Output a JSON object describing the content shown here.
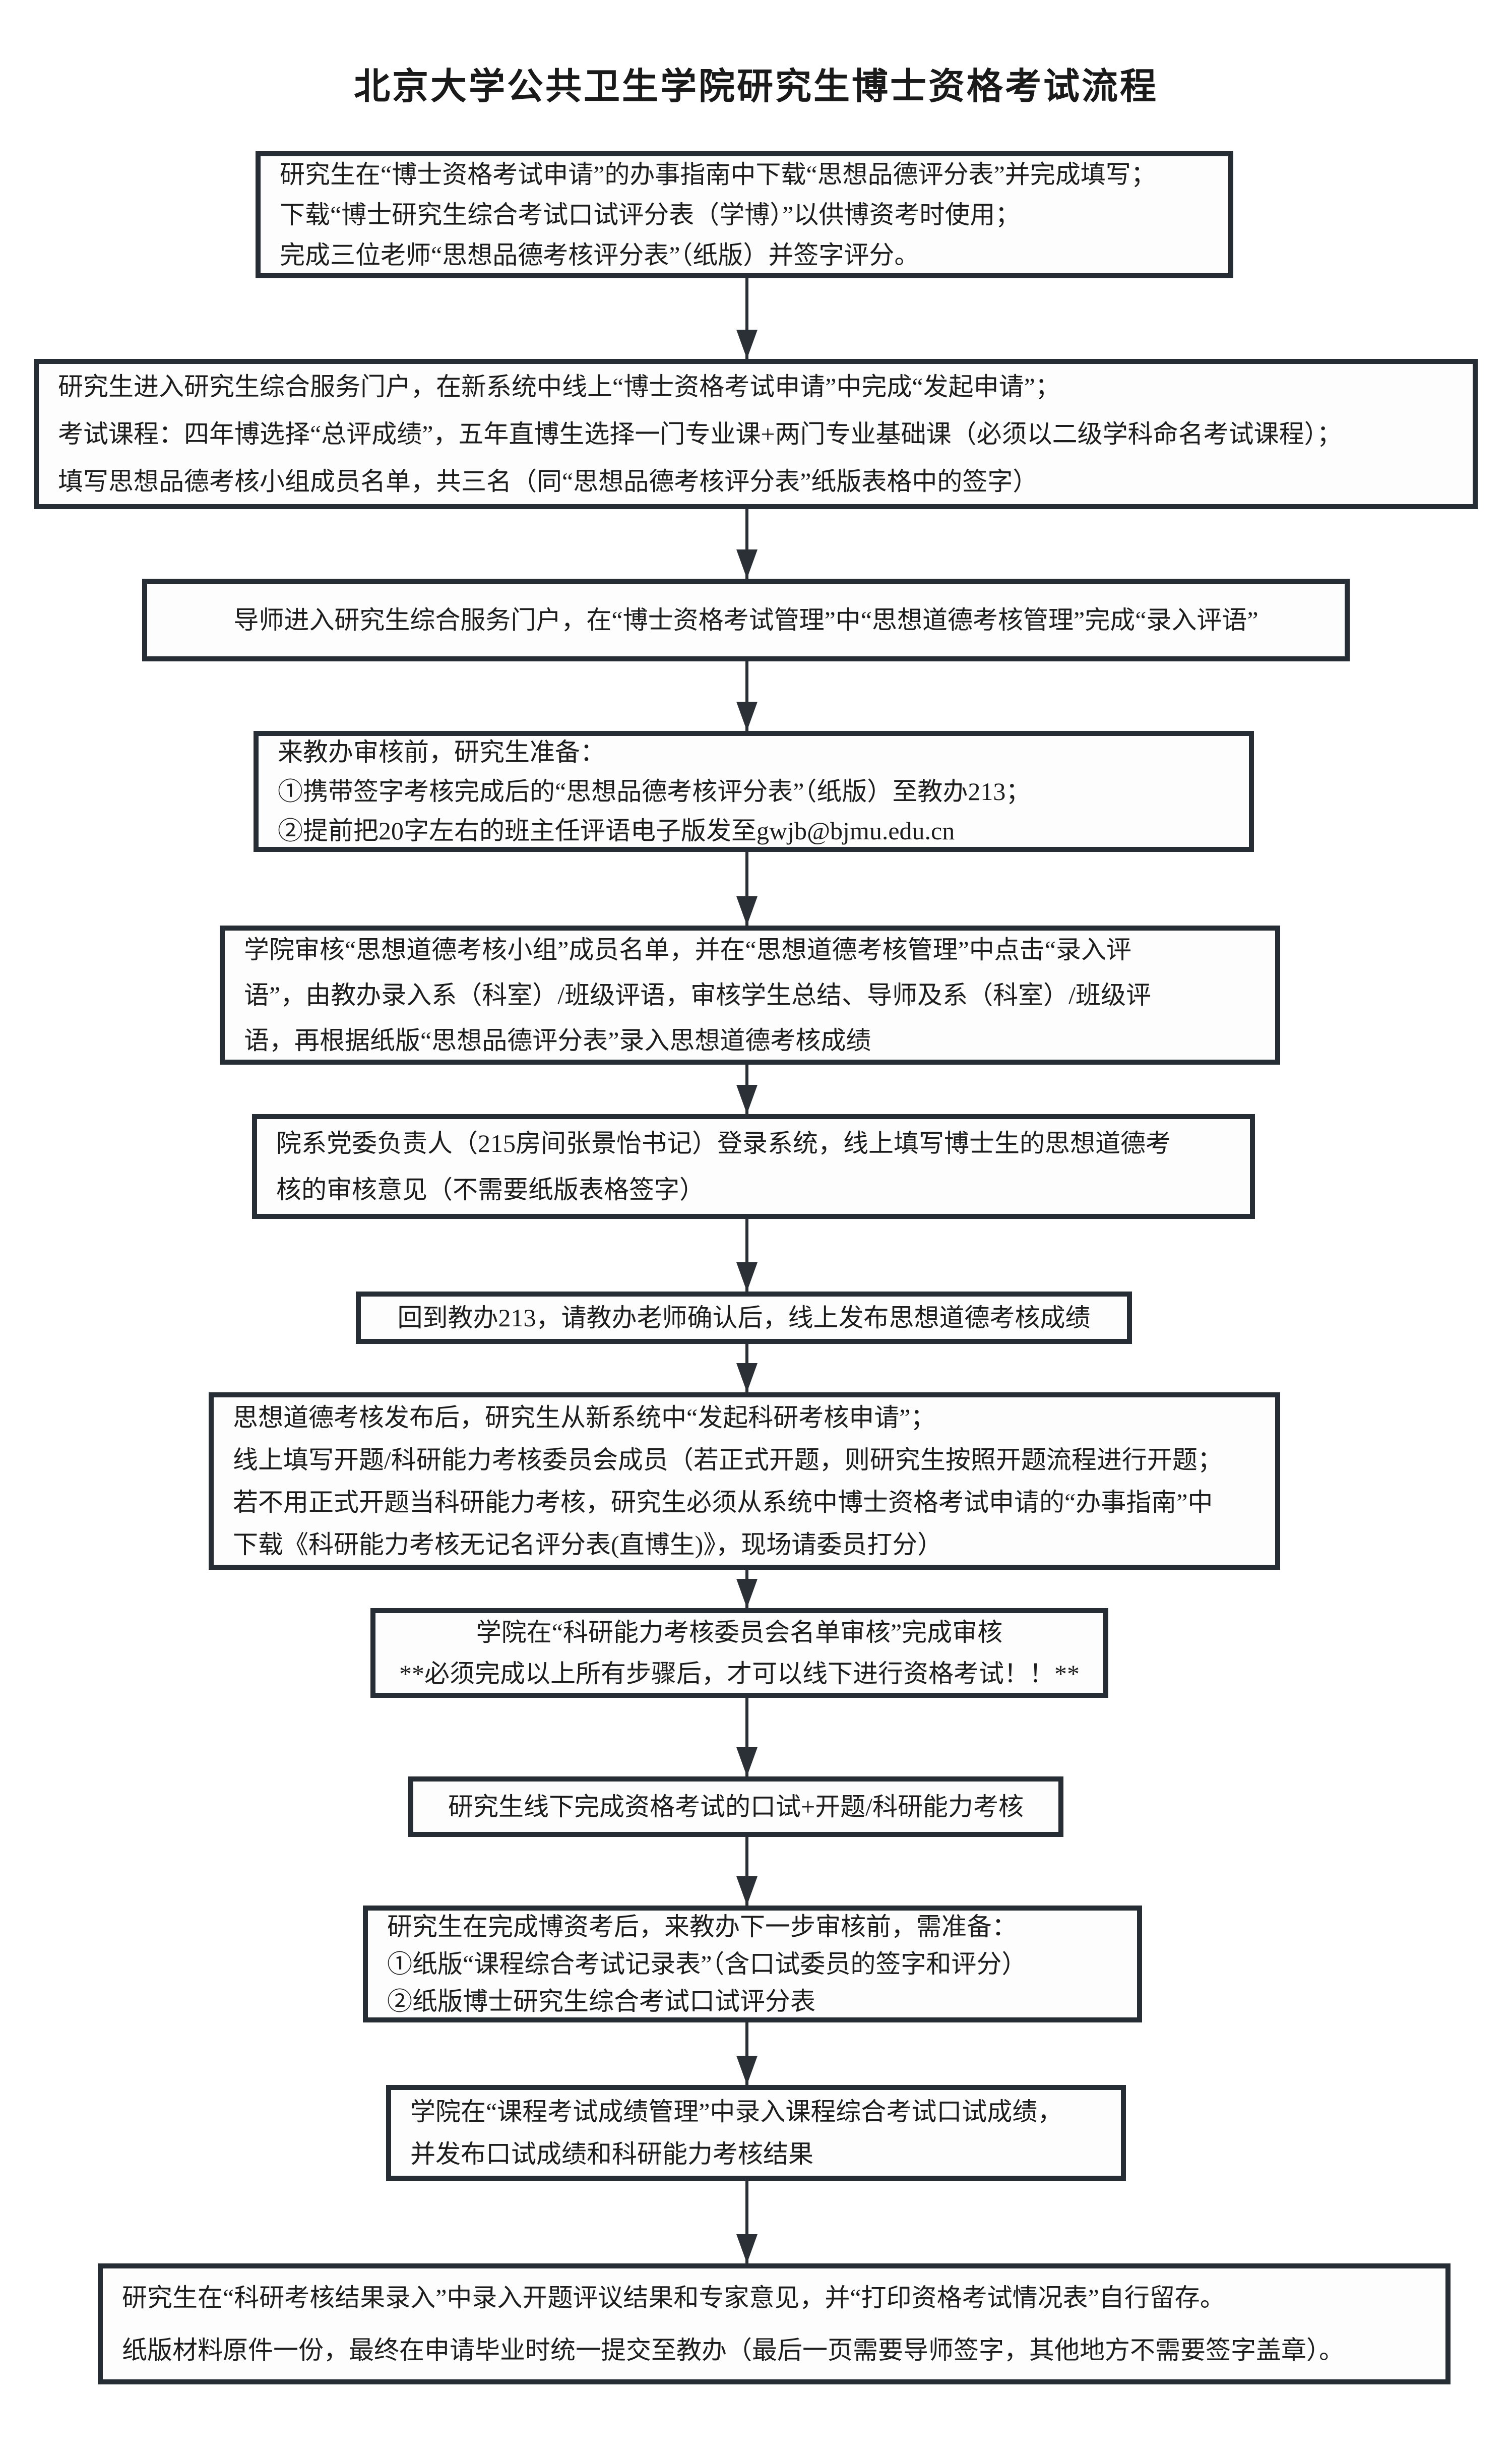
{
  "title": "北京大学公共卫生学院研究生博士资格考试流程",
  "colors": {
    "box_border": "#272d35",
    "box_background": "#fdfdfd",
    "text": "#1d1d1d",
    "arrow": "#2b3037"
  },
  "steps": [
    {
      "text": "研究生在“博士资格考试申请”的办事指南中下载“思想品德评分表”并完成填写；\n下载“博士研究生综合考试口试评分表（学博）”以供博资考时使用；\n完成三位老师“思想品德考核评分表”（纸版）并签字评分。"
    },
    {
      "text": "研究生进入研究生综合服务门户，在新系统中线上“博士资格考试申请”中完成“发起申请”；\n考试课程：四年博选择“总评成绩”，五年直博生选择一门专业课+两门专业基础课（必须以二级学科命名考试课程）；\n填写思想品德考核小组成员名单，共三名（同“思想品德考核评分表”纸版表格中的签字）"
    },
    {
      "text": "导师进入研究生综合服务门户，在“博士资格考试管理”中“思想道德考核管理”完成“录入评语”"
    },
    {
      "text": "来教办审核前，研究生准备：\n①携带签字考核完成后的“思想品德考核评分表”（纸版）至教办213；\n②提前把20字左右的班主任评语电子版发至gwjb@bjmu.edu.cn"
    },
    {
      "text": "学院审核“思想道德考核小组”成员名单，并在“思想道德考核管理”中点击“录入评\n语”，由教办录入系（科室）/班级评语，审核学生总结、导师及系（科室）/班级评\n语，再根据纸版“思想品德评分表”录入思想道德考核成绩"
    },
    {
      "text": "院系党委负责人（215房间张景怡书记）登录系统，线上填写博士生的思想道德考\n核的审核意见（不需要纸版表格签字）"
    },
    {
      "text": "回到教办213，请教办老师确认后，线上发布思想道德考核成绩"
    },
    {
      "text": "思想道德考核发布后，研究生从新系统中“发起科研考核申请”；\n线上填写开题/科研能力考核委员会成员（若正式开题，则研究生按照开题流程进行开题；\n若不用正式开题当科研能力考核，研究生必须从系统中博士资格考试申请的“办事指南”中\n下载《科研能力考核无记名评分表(直博生)》，现场请委员打分）"
    },
    {
      "text": "学院在“科研能力考核委员会名单审核”完成审核\n**必须完成以上所有步骤后，才可以线下进行资格考试！！**"
    },
    {
      "text": "研究生线下完成资格考试的口试+开题/科研能力考核"
    },
    {
      "text": "研究生在完成博资考后，来教办下一步审核前，需准备：\n①纸版“课程综合考试记录表”（含口试委员的签字和评分）\n②纸版博士研究生综合考试口试评分表"
    },
    {
      "text": "学院在“课程考试成绩管理”中录入课程综合考试口试成绩，\n并发布口试成绩和科研能力考核结果"
    },
    {
      "text": "研究生在“科研考核结果录入”中录入开题评议结果和专家意见，并“打印资格考试情况表”自行留存。\n纸版材料原件一份，最终在申请毕业时统一提交至教办（最后一页需要导师签字，其他地方不需要签字盖章）。"
    }
  ]
}
